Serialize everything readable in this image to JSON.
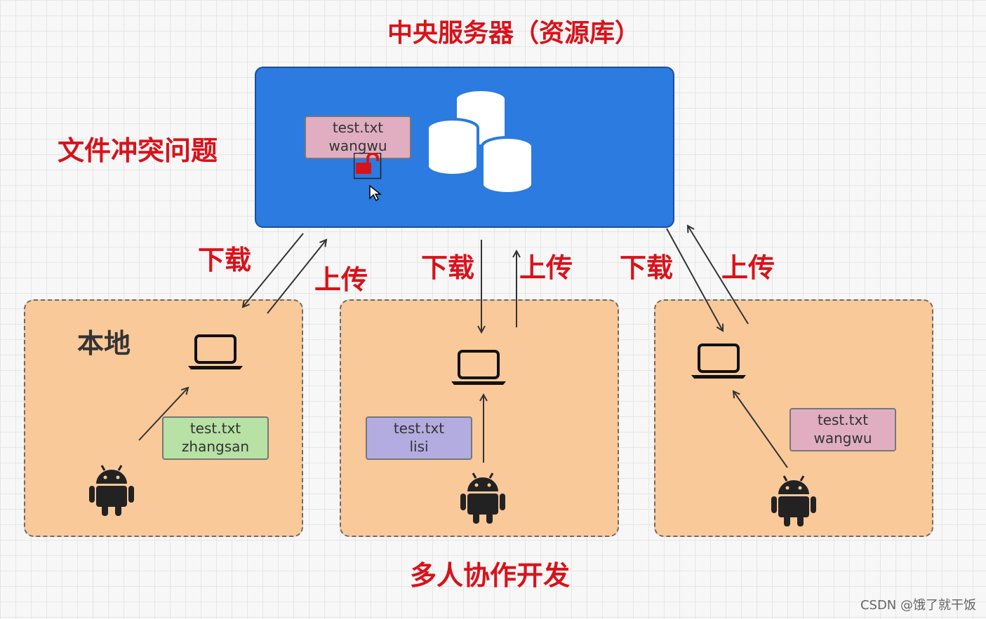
{
  "server": {
    "title": "中央服务器（资源库）",
    "file": {
      "name": "test.txt",
      "owner": "wangwu",
      "color": "#e0aec0"
    }
  },
  "conflict_label": "文件冲突问题",
  "arrows": {
    "download": "下载",
    "upload": "上传"
  },
  "zones": [
    {
      "label": "本地",
      "file": {
        "name": "test.txt",
        "owner": "zhangsan",
        "color": "#b7e1a5"
      }
    },
    {
      "label": "",
      "file": {
        "name": "test.txt",
        "owner": "lisi",
        "color": "#b3ace0"
      }
    },
    {
      "label": "",
      "file": {
        "name": "test.txt",
        "owner": "wangwu",
        "color": "#e0aec0"
      }
    }
  ],
  "footer_label": "多人协作开发",
  "watermark": "CSDN @饿了就干饭",
  "colors": {
    "accent_red": "#d9121a",
    "server_blue": "#2b7be0",
    "zone_orange": "#f9c99a"
  }
}
